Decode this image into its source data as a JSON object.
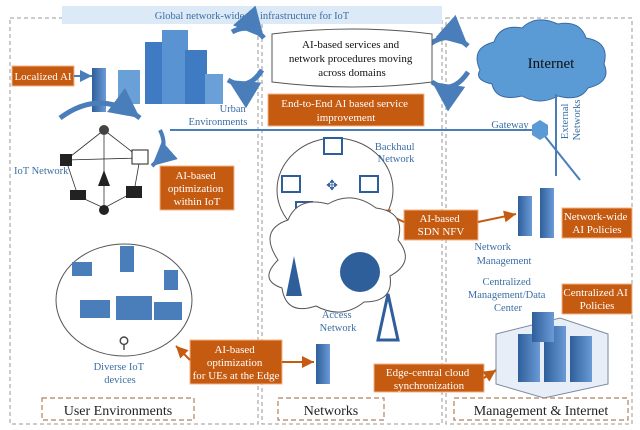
{
  "banner": {
    "text": "Global network-wide AI infrastructure for IoT",
    "color": "#dce9f7"
  },
  "cloud_box": {
    "lines": [
      "AI-based services and",
      "network procedures moving",
      "across domains"
    ]
  },
  "internet": {
    "label": "Internet"
  },
  "orange_boxes": {
    "localized_ai": [
      "Localized AI"
    ],
    "e2e": [
      "End-to-End AI based service",
      "improvement"
    ],
    "iot_opt": [
      "AI-based",
      "optimization",
      "within IoT"
    ],
    "sdn": [
      "AI-based",
      "SDN NFV"
    ],
    "netwide": [
      "Network-wide",
      "AI Policies"
    ],
    "centralized": [
      "Centralized AI",
      "Policies"
    ],
    "ue_opt": [
      "AI-based",
      "optimization",
      "for UEs at the Edge"
    ],
    "edge_sync": [
      "Edge-central cloud",
      "synchronization"
    ],
    "color": "#c55a11"
  },
  "labels": {
    "urban": [
      "Urban",
      "Environments"
    ],
    "iot_network": "IoT Network",
    "backhaul": [
      "Backhaul",
      "Network"
    ],
    "gateway": "Gateway",
    "external": [
      "External",
      "Networks"
    ],
    "net_mgmt": [
      "Network",
      "Management"
    ],
    "central_mgmt": [
      "Centralized",
      "Management/Data",
      "Center"
    ],
    "access": [
      "Access",
      "Network"
    ],
    "diverse": [
      "Diverse IoT",
      "devices"
    ]
  },
  "sections": [
    "User Environments",
    "Networks",
    "Management & Internet"
  ],
  "colors": {
    "accent": "#5b9bd5",
    "device": "#4a7ebb",
    "arrow": "#4a7ebb"
  }
}
